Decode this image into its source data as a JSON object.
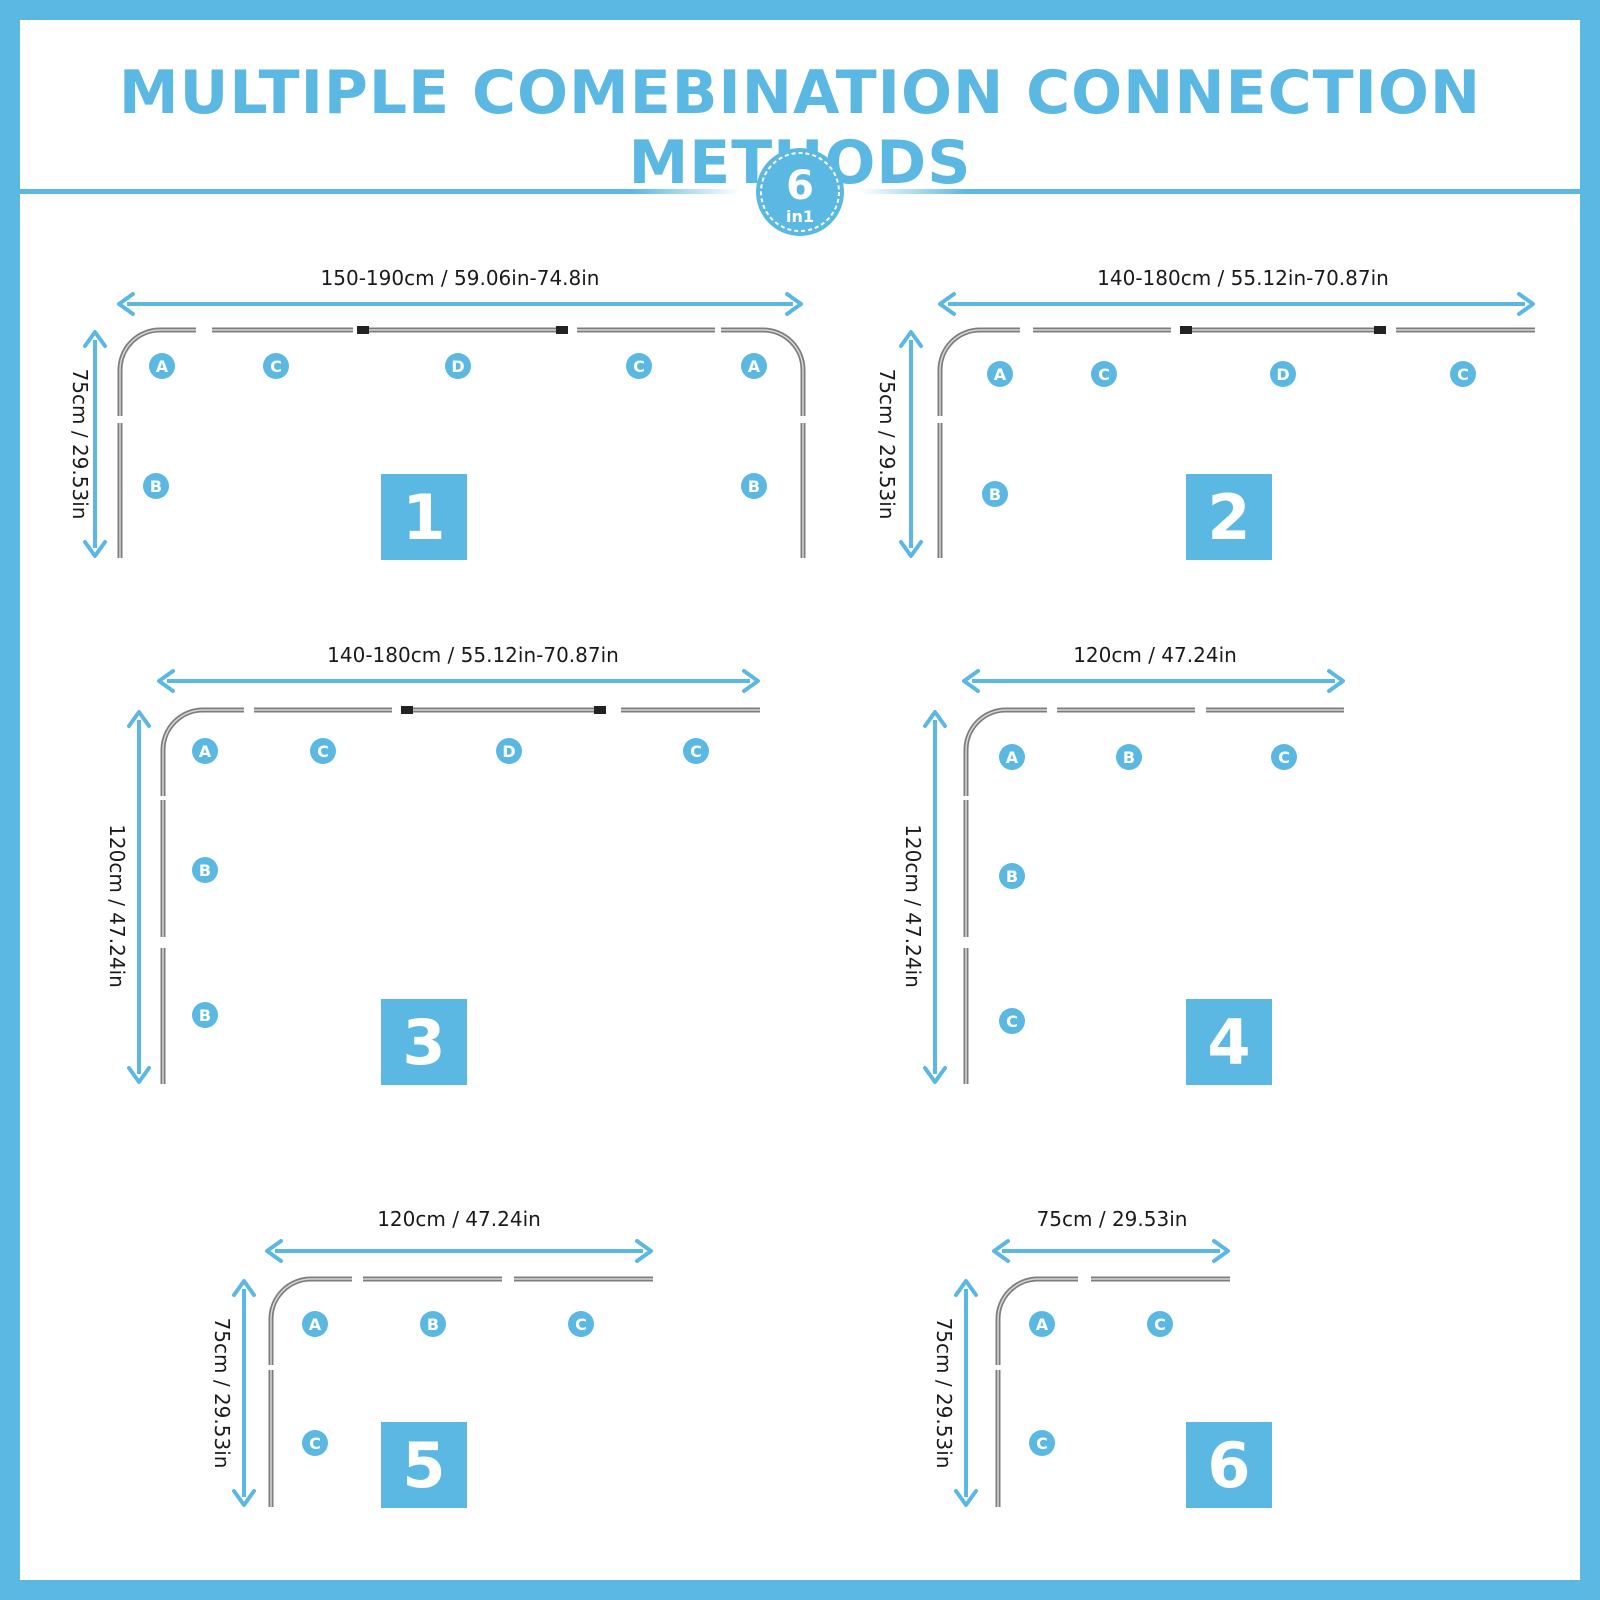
{
  "header": {
    "title": "MULTIPLE COMEBINATION CONNECTION METHODS",
    "badge_number": "6",
    "badge_suffix": "in1"
  },
  "colors": {
    "accent": "#5bb8e3",
    "rail": "#8a8a8a",
    "text": "#1a1a1a",
    "white": "#ffffff"
  },
  "methods": [
    {
      "number": "1",
      "width_label": "150-190cm / 59.06in-74.8in",
      "height_label": "75cm / 29.53in",
      "top_parts": [
        "A",
        "C",
        "D",
        "C",
        "A"
      ],
      "left_parts": [
        "B"
      ],
      "right_parts": [
        "B"
      ]
    },
    {
      "number": "2",
      "width_label": "140-180cm / 55.12in-70.87in",
      "height_label": "75cm / 29.53in",
      "top_parts": [
        "A",
        "C",
        "D",
        "C"
      ],
      "left_parts": [
        "B"
      ]
    },
    {
      "number": "3",
      "width_label": "140-180cm / 55.12in-70.87in",
      "height_label": "120cm / 47.24in",
      "top_parts": [
        "A",
        "C",
        "D",
        "C"
      ],
      "left_parts": [
        "B",
        "B"
      ]
    },
    {
      "number": "4",
      "width_label": "120cm / 47.24in",
      "height_label": "120cm / 47.24in",
      "top_parts": [
        "A",
        "B",
        "C"
      ],
      "left_parts": [
        "B",
        "C"
      ]
    },
    {
      "number": "5",
      "width_label": "120cm / 47.24in",
      "height_label": "75cm / 29.53in",
      "top_parts": [
        "A",
        "B",
        "C"
      ],
      "left_parts": [
        "C"
      ]
    },
    {
      "number": "6",
      "width_label": "75cm / 29.53in",
      "height_label": "75cm / 29.53in",
      "top_parts": [
        "A",
        "C"
      ],
      "left_parts": [
        "C"
      ]
    }
  ]
}
